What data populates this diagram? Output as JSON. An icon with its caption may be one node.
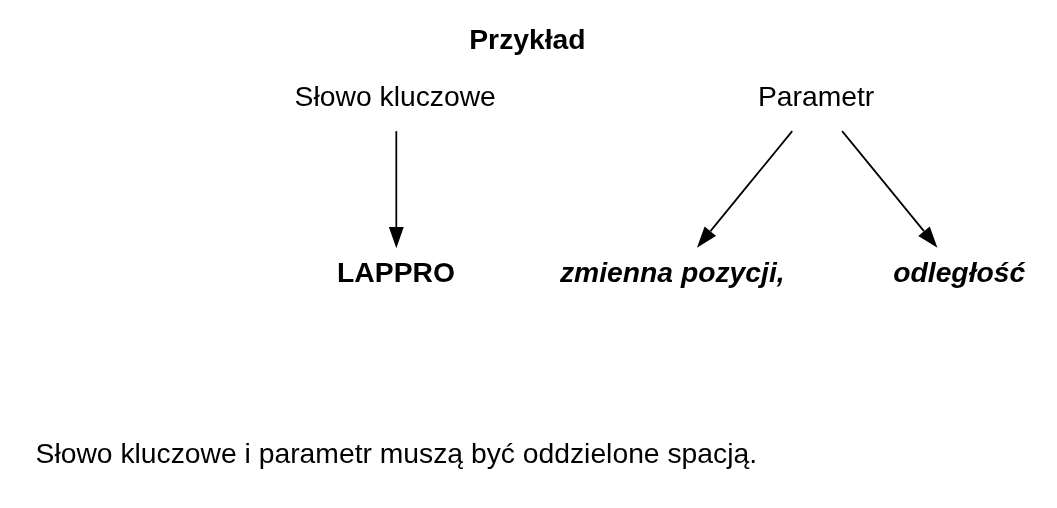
{
  "diagram": {
    "title": "Przykład",
    "nodes": [
      {
        "text": [
          "Słowo kluczowe"
        ]
      },
      {
        "text": [
          "Parametr"
        ]
      },
      {
        "text": [
          "LAPPRO"
        ]
      },
      {
        "text": [
          "zmienna pozycji,"
        ]
      },
      {
        "text": [
          "odległość"
        ]
      }
    ],
    "edges": [
      {
        "from": 0,
        "to": 2,
        "arrow": "to"
      },
      {
        "from": 1,
        "to": 3,
        "arrow": "to"
      },
      {
        "from": 1,
        "to": 4,
        "arrow": "to"
      }
    ],
    "labels": [
      "Słowo kluczowe i parametr muszą być oddzielone spacją."
    ]
  }
}
